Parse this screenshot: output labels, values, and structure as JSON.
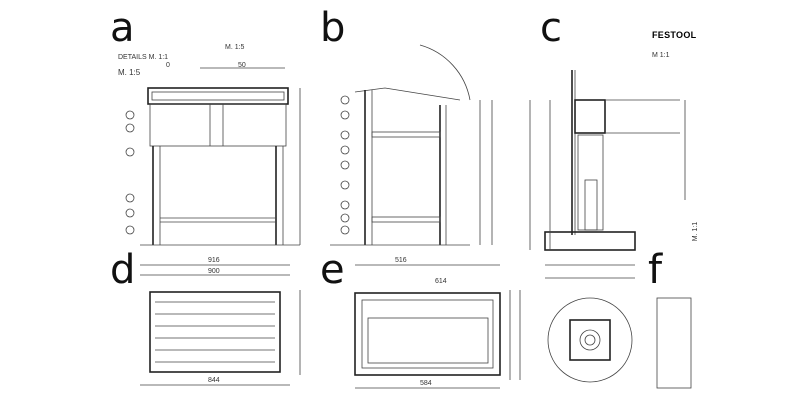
{
  "panels": [
    {
      "label": "a"
    },
    {
      "label": "b"
    },
    {
      "label": "c"
    },
    {
      "label": "d"
    },
    {
      "label": "e"
    },
    {
      "label": "f"
    }
  ],
  "brand": "FESTOOL",
  "annotations": {
    "details_scale": "DETAILS  M. 1:1",
    "scale_a": "M. 1:5",
    "scale_top": "M. 1:5",
    "scale_c": "M 1:1",
    "scale_c_side": "M. 1:1",
    "scale_bar_start": "0",
    "scale_bar_end": "50",
    "dim_d_total": "916",
    "dim_d_inner": "900",
    "dim_d_bottom": "844",
    "dim_e_top": "516",
    "dim_e_total": "614",
    "dim_e_bottom": "584"
  }
}
